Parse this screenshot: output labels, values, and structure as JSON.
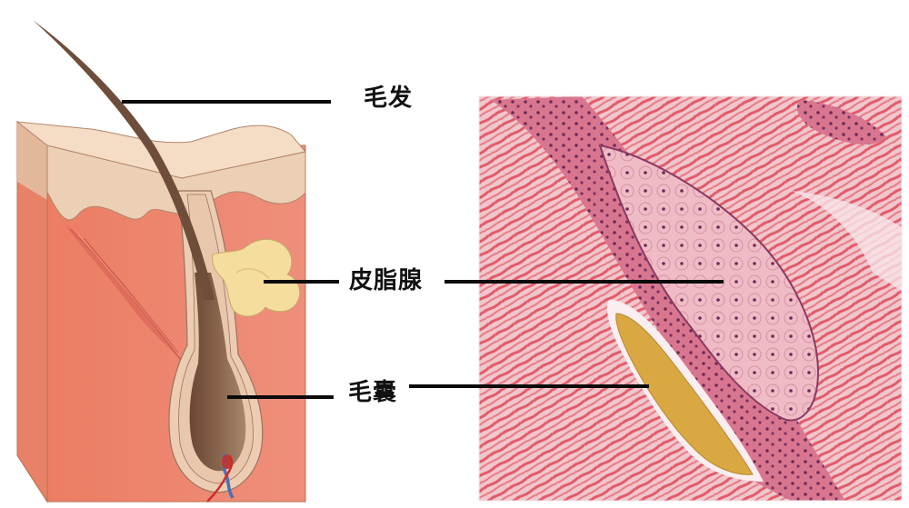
{
  "labels": {
    "hair": "毛发",
    "sebaceous_gland": "皮脂腺",
    "hair_follicle": "毛囊"
  },
  "panels": {
    "left": {
      "type": "illustration",
      "subject": "skin cross-section with hair, hair follicle, sebaceous gland, arrector pili muscle, blood vessels"
    },
    "right": {
      "type": "histology-micrograph",
      "subject": "H&E stained hair follicle with sebaceous gland"
    }
  },
  "colors": {
    "dermis": "#ec8a74",
    "dermis_side": "#e97b63",
    "epidermis": "#eccdb2",
    "epidermis_top": "#f3d8c0",
    "hair_shaft": "#6e4e3a",
    "gland": "#f5dd9e",
    "muscle": "#dd6a59",
    "hair_bulb_root": "#7a5642",
    "artery": "#cc2b2b",
    "vein": "#4b6fb8",
    "tissue_pink": "#e67c8a",
    "tissue_dark": "#9a3b6b",
    "hair_section": "#d9a842",
    "leader_line": "#0b0b0b"
  }
}
